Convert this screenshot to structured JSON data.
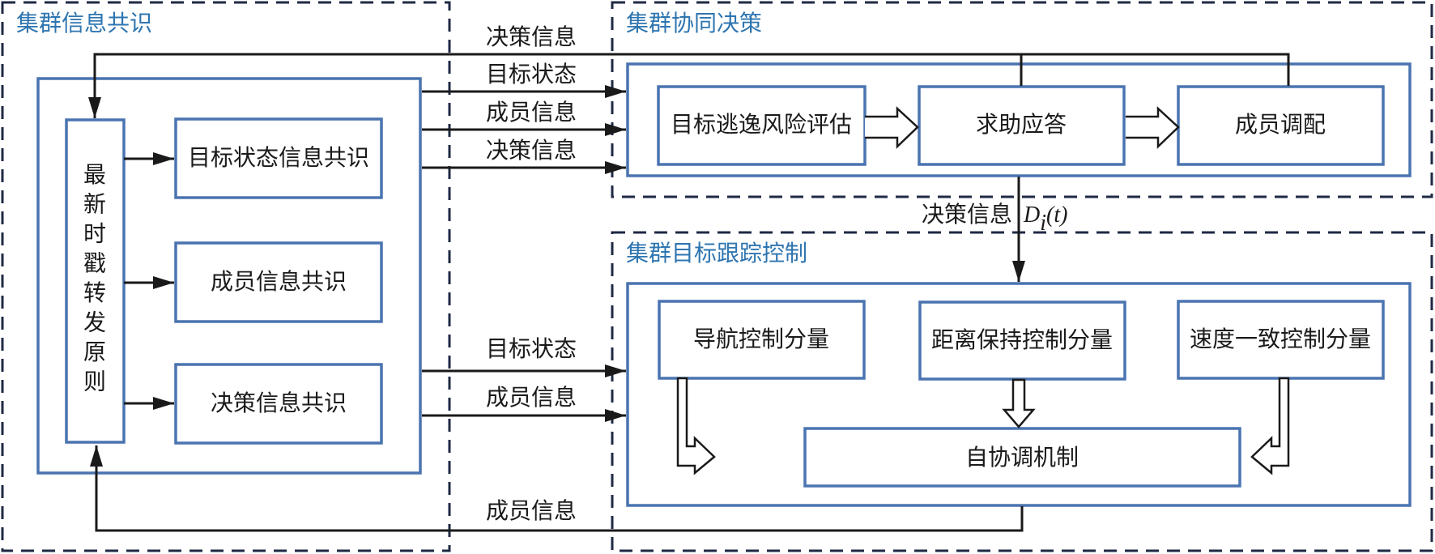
{
  "regions": {
    "consensus": {
      "title": "集群信息共识"
    },
    "decision": {
      "title": "集群协同决策"
    },
    "tracking": {
      "title": "集群目标跟踪控制"
    }
  },
  "consensus": {
    "forwarding_rule": [
      "最",
      "新",
      "时",
      "戳",
      "转",
      "发",
      "原",
      "则"
    ],
    "boxes": [
      "目标状态信息共识",
      "成员信息共识",
      "决策信息共识"
    ]
  },
  "decision": {
    "boxes": [
      "目标逃逸风险评估",
      "求助应答",
      "成员调配"
    ]
  },
  "tracking": {
    "components": [
      "导航控制分量",
      "距离保持控制分量",
      "速度一致控制分量"
    ],
    "mechanism": "自协调机制"
  },
  "flows": {
    "feedback_decision": "决策信息",
    "to_decision": [
      "目标状态",
      "成员信息",
      "决策信息"
    ],
    "to_tracking": [
      "目标状态",
      "成员信息"
    ],
    "decision_output": "决策信息",
    "decision_symbol": "D",
    "decision_subscript": "i",
    "decision_arg": "(t)",
    "feedback_member": "成员信息"
  },
  "colors": {
    "title": "#2e75b0",
    "box_border": "#4a74b0",
    "dash_border": "#1f2a44",
    "arrow": "#1a1a1a"
  }
}
